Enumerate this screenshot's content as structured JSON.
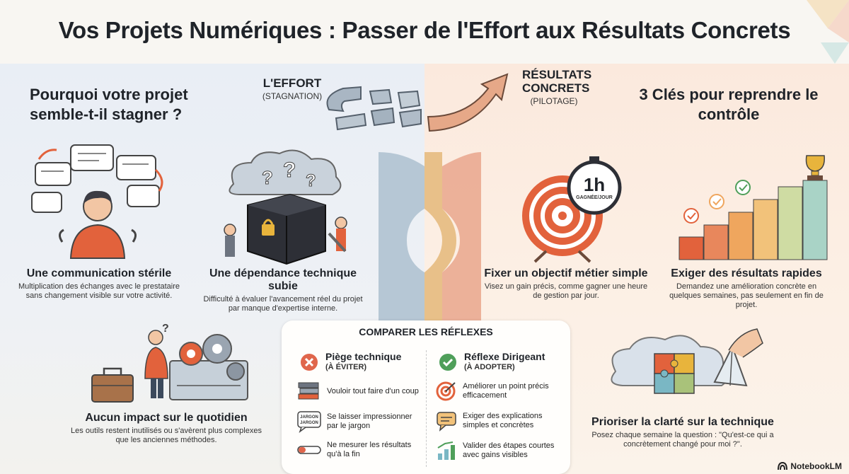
{
  "title": "Vos Projets Numériques : Passer de l'Effort aux Résultats Concrets",
  "header": {
    "effort_label": "L'EFFORT",
    "effort_sub": "(STAGNATION)",
    "results_label": "RÉSULTATS CONCRETS",
    "results_sub": "(PILOTAGE)"
  },
  "left_section": {
    "title": "Pourquoi votre projet semble-t-il stagner ?",
    "cards": [
      {
        "title": "Une communication stérile",
        "text": "Multiplication des échanges avec le prestataire sans changement visible sur votre activité."
      },
      {
        "title": "Une dépendance technique subie",
        "text": "Difficulté à évaluer l'avancement réel du projet par manque d'expertise interne."
      },
      {
        "title": "Aucun impact sur le quotidien",
        "text": "Les outils restent inutilisés ou s'avèrent plus complexes que les anciennes méthodes."
      }
    ]
  },
  "right_section": {
    "title": "3 Clés pour reprendre le contrôle",
    "cards": [
      {
        "title": "Fixer un objectif métier simple",
        "text": "Visez un gain précis, comme gagner une heure de gestion par jour."
      },
      {
        "title": "Exiger des résultats rapides",
        "text": "Demandez une amélioration concrète en quelques semaines, pas seulement en fin de projet."
      },
      {
        "title": "Prioriser la clarté sur la technique",
        "text": "Posez chaque semaine la question : \"Qu'est-ce qui a concrètement changé pour moi ?\"."
      }
    ],
    "timer_value": "1h",
    "timer_sub": "GAGNÉE/JOUR"
  },
  "compare": {
    "title": "COMPARER LES RÉFLEXES",
    "left_head": "Piège technique",
    "left_sub": "(À ÉVITER)",
    "right_head": "Réflexe Dirigeant",
    "right_sub": "(À ADOPTER)",
    "left_items": [
      "Vouloir tout faire d'un coup",
      "Se laisser impressionner par le jargon",
      "Ne mesurer les résultats qu'à la fin"
    ],
    "right_items": [
      "Améliorer un point précis efficacement",
      "Exiger des explications simples et concrètes",
      "Valider des étapes courtes avec gains visibles"
    ],
    "jargon_word": "JARGON"
  },
  "brand": "NotebookLM",
  "colors": {
    "accent_orange": "#e2623c",
    "accent_green": "#4f9f5a",
    "avoid_red": "#e0664c",
    "blue_grey": "#8aa3b8"
  }
}
